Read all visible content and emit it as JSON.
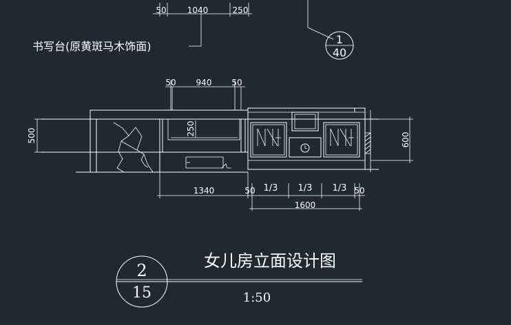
{
  "top_dims": {
    "d1": "50",
    "d2": "1040",
    "d3": "250"
  },
  "leader_label": "书写台(原黄斑马木饰面)",
  "detail_ref": {
    "top": "1",
    "bottom": "40"
  },
  "upper_dims": {
    "d1": "50",
    "d2": "940",
    "d3": "50"
  },
  "inner_dim": "250",
  "left_dim": "500",
  "right_dim": "600",
  "bottom_dims": {
    "d1": "1340",
    "d2": "50",
    "d3": "1/3",
    "d4": "1/3",
    "d5": "1/3",
    "d6": "50",
    "total": "1600"
  },
  "title_block": {
    "number": "2",
    "sheet": "15",
    "title": "女儿房立面设计图",
    "scale": "1:50"
  }
}
